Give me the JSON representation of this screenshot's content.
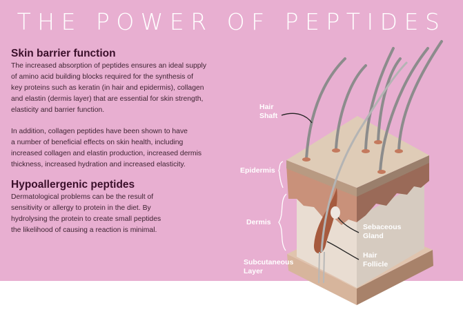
{
  "title": "THE POWER OF PEPTIDES",
  "sections": [
    {
      "heading": "Skin barrier function",
      "paragraphs": [
        "The increased absorption of peptides ensures an ideal supply\nof amino acid building blocks required for the synthesis of\nkey proteins such as keratin (in hair and epidermis), collagen\nand elastin (dermis layer) that are essential for skin strength,\nelasticity and barrier function.",
        "In addition, collagen peptides have been shown to have\na number of beneficial effects on skin health, including\nincreased collagen and elastin production, increased dermis\nthickness, increased hydration and increased elasticity."
      ]
    },
    {
      "heading": "Hypoallergenic peptides",
      "paragraphs": [
        "Dermatological problems can be the result of\nsensitivity or allergy to protein in the diet. By\nhydrolysing the protein to create small peptides\nthe likelihood of causing a reaction is minimal."
      ]
    }
  ],
  "diagram": {
    "labels": {
      "hair_shaft": "Hair\nShaft",
      "epidermis": "Epidermis",
      "dermis": "Dermis",
      "subcutaneous": "Subcutaneous\nLayer",
      "sebaceous": "Sebaceous\nGland",
      "follicle": "Hair\nFollicle"
    }
  },
  "colors": {
    "background": "#e8afd1",
    "heading": "#3a0f2a",
    "hair": "#8c8c8c"
  }
}
